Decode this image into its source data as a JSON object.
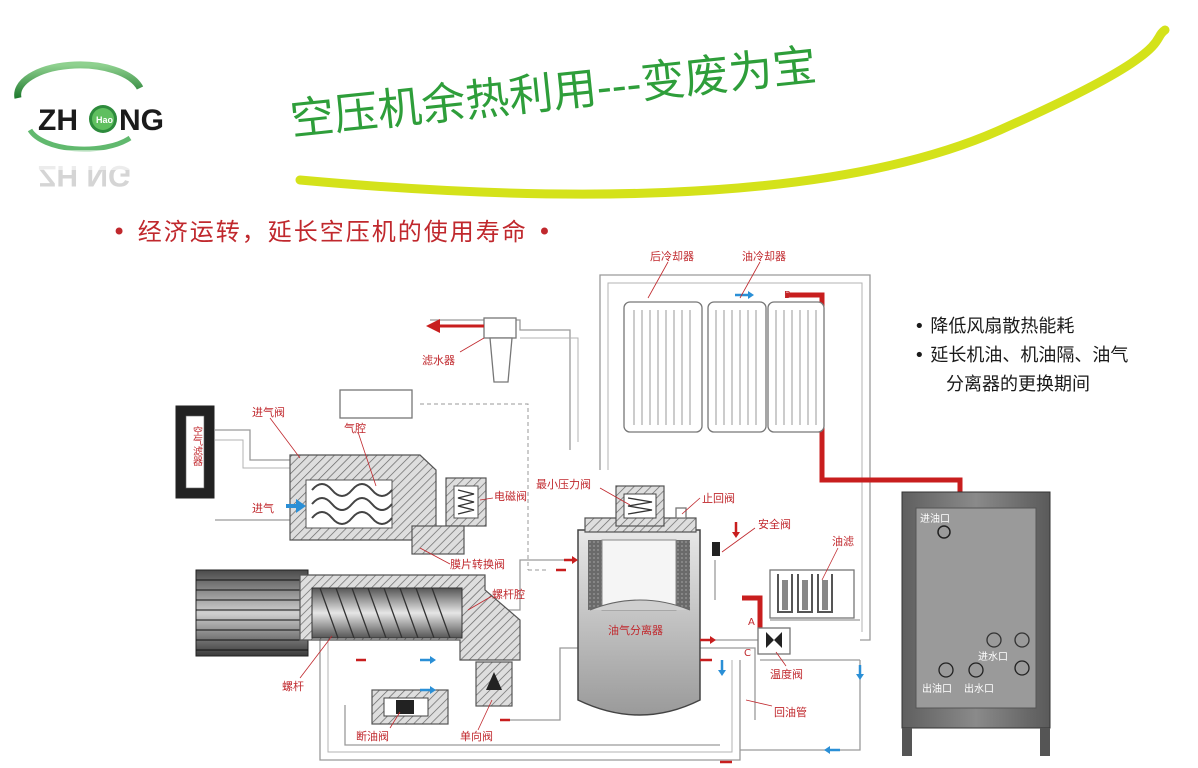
{
  "logo": {
    "text_left": "ZH",
    "text_right": "NG",
    "center_text": "Hao"
  },
  "title": "空压机余热利用---变废为宝",
  "subtitle": "• 经济运转，延长空压机的使用寿命 •",
  "benefits": {
    "line1": "• 降低风扇散热能耗",
    "line2": "• 延长机油、机油隔、油气",
    "line3": "分离器的更换期间"
  },
  "labels": {
    "after_cooler": "后冷却器",
    "oil_cooler": "油冷却器",
    "water_filter": "滤水器",
    "intake_valve": "进气阀",
    "air_chamber": "气腔",
    "air_filter": "空气滤器",
    "air_in": "进气",
    "solenoid_valve": "电磁阀",
    "min_pressure_valve": "最小压力阀",
    "check_valve": "止回阀",
    "safety_valve": "安全阀",
    "diaphragm_valve": "膜片转换阀",
    "screw_chamber": "螺杆腔",
    "screw": "螺杆",
    "oil_separator": "油气分离器",
    "oil_filter": "油滤",
    "thermo_valve": "温度阀",
    "oil_return": "回油管",
    "oil_cutoff_valve": "断油阀",
    "one_way_valve": "单向阀",
    "oil_in": "进油口",
    "oil_out": "出油口",
    "water_out": "出水口",
    "water_in": "进水口",
    "point_a": "A",
    "point_b": "B",
    "point_c": "C"
  },
  "colors": {
    "hot_oil": "#c81e1e",
    "title_green": "#2e9e3a",
    "swoosh_yellow": "#d4e21a",
    "label_red": "#c0282d",
    "arrow_blue": "#2a8fd6"
  }
}
